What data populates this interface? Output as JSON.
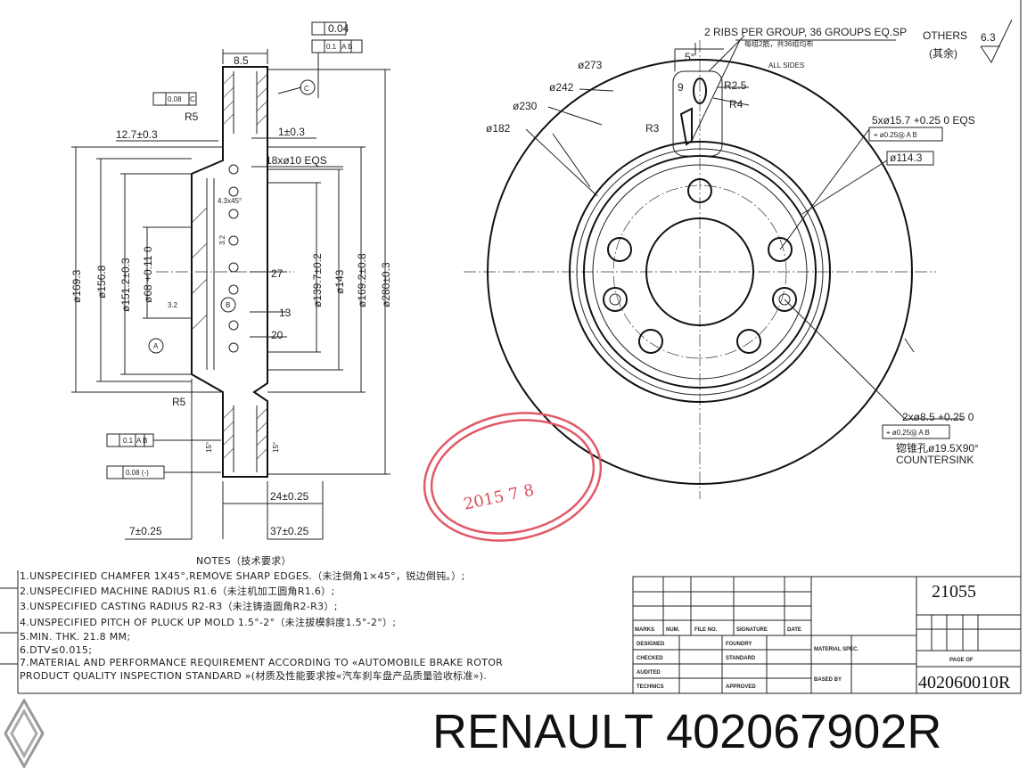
{
  "brand": {
    "name": "RENAULT",
    "part_number": "402067902R",
    "logo": "renault-diamond-logo"
  },
  "section_view": {
    "flatness": "0.04",
    "runout_top": "0.1",
    "runout_datum": "A B",
    "width": "8.5",
    "parallel": "0.08",
    "parallel_datum": "C",
    "datum_c": "C",
    "radius_top": "R5",
    "offset": "12.7±0.3",
    "tol_1": "1±0.3",
    "vents": "18xø10  EQS",
    "chamfer": "4.3x45°",
    "dia_169_3": "ø169.3",
    "dia_156_8": "ø156.8",
    "dia_151_2": "ø151.2±0.3",
    "dia_68": "ø68 +0.11 0",
    "dia_139_7": "ø139.7±0.2",
    "dia_143": "ø143",
    "dia_169_2": "ø169.2±0.8",
    "dia_280": "ø280±0.3",
    "roughness_3_2a": "3.2",
    "roughness_3_2b": "3.2",
    "dim_27": "27",
    "dim_13": "13",
    "dim_20": "20",
    "datum_a": "A",
    "datum_b": "B",
    "radius_bottom": "R5",
    "runout_bottom": "0.1",
    "runout_bottom_datum": "A B",
    "flatness_bottom": "0.08 (-)",
    "angle_left": "15°",
    "angle_right": "15°",
    "dim_24": "24±0.25",
    "dim_7": "7±0.25",
    "dim_37": "37±0.25"
  },
  "front_view": {
    "ribs_note": "2 RIBS PER GROUP, 36 GROUPS  EQ.SP",
    "ribs_note_cn": "每组2筋，共36组均布",
    "all_sides": "ALL SIDES",
    "angle_5": "5°",
    "dim_9": "9",
    "r2_5": "R2.5",
    "r4": "R4",
    "r3": "R3",
    "dia_273": "ø273",
    "dia_242": "ø242",
    "dia_230": "ø230",
    "dia_182": "ø182",
    "holes": "5xø15.7 +0.25 0  EQS",
    "holes_tol": "⌖ ø0.25Ⓜ A B",
    "pcd": "ø114.3",
    "small_holes": "2xø8.5 +0.25 0",
    "small_holes_tol": "⌖ ø0.25Ⓜ A B",
    "countersink_cn": "锪锥孔ø19.5X90°",
    "countersink": "COUNTERSINK"
  },
  "surface_finish": {
    "label": "OTHERS",
    "label_cn": "(其余)",
    "value": "6.3"
  },
  "stamp": {
    "date": "2015 7 8",
    "color": "#e05a66"
  },
  "notes": {
    "title": "NOTES（技术要求）",
    "items": [
      "1.UNSPECIFIED CHAMFER 1X45°,REMOVE SHARP EDGES.（未注倒角1×45°，锐边倒钝。）;",
      "2.UNSPECIFIED MACHINE RADIUS R1.6（未注机加工圆角R1.6）;",
      "3.UNSPECIFIED CASTING RADIUS R2-R3（未注铸造圆角R2-R3）;",
      "4.UNSPECIFIED PITCH OF PLUCK UP MOLD 1.5°-2°（未注拔模斜度1.5°-2°）;",
      "5.MIN. THK. 21.8 MM;",
      "6.DTV≤0.015;",
      "7.MATERIAL AND PERFORMANCE REQUIREMENT ACCORDING TO «AUTOMOBILE BRAKE ROTOR",
      "  PRODUCT QUALITY INSPECTION STANDARD »(材质及性能要求按«汽车刹车盘产品质量验收标准»)."
    ]
  },
  "title_block": {
    "headers": [
      "MARKS",
      "NUM.",
      "FILE NO.",
      "SIGNATURE",
      "DATE"
    ],
    "rows": [
      "DESIGNED",
      "CHECKED",
      "AUDITED",
      "TECHNICS"
    ],
    "foundry": "FOUNDRY",
    "standard": "STANDARD",
    "approved": "APPROVED",
    "material": "MATERIAL SPEC.",
    "based_by": "BASED BY",
    "drawing_code": "21055",
    "page_of": "PAGE    OF",
    "drawing_number": "402060010R"
  }
}
